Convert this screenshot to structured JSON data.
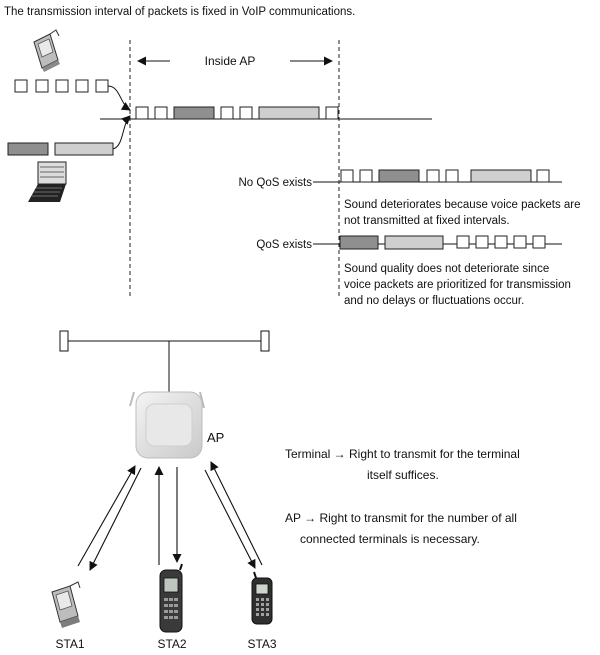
{
  "header_caption": "The transmission interval of packets is fixed in VoIP communications.",
  "inside_ap_label": "Inside AP",
  "no_qos": {
    "label": "No QoS exists",
    "note_line1": "Sound deteriorates because voice packets are",
    "note_line2": "not transmitted at fixed intervals."
  },
  "qos": {
    "label": "QoS exists",
    "note_line1": "Sound quality does not deteriorate since",
    "note_line2": "voice packets are prioritized for transmission",
    "note_line3": "and no delays or fluctuations occur."
  },
  "ap_label": "AP",
  "rules": {
    "terminal_line1": "Terminal → Right to transmit for the terminal",
    "terminal_line2": "itself suffices.",
    "ap_line1": "AP → Right to transmit for the number of all",
    "ap_line2": "connected terminals is necessary."
  },
  "stations": [
    "STA1",
    "STA2",
    "STA3"
  ],
  "colors": {
    "packet_dark": "#8f8f8f",
    "packet_light": "#cfcfcf",
    "line": "#222222"
  },
  "icons": [
    "mobile-phone-icon",
    "laptop-icon",
    "access-point-icon"
  ]
}
